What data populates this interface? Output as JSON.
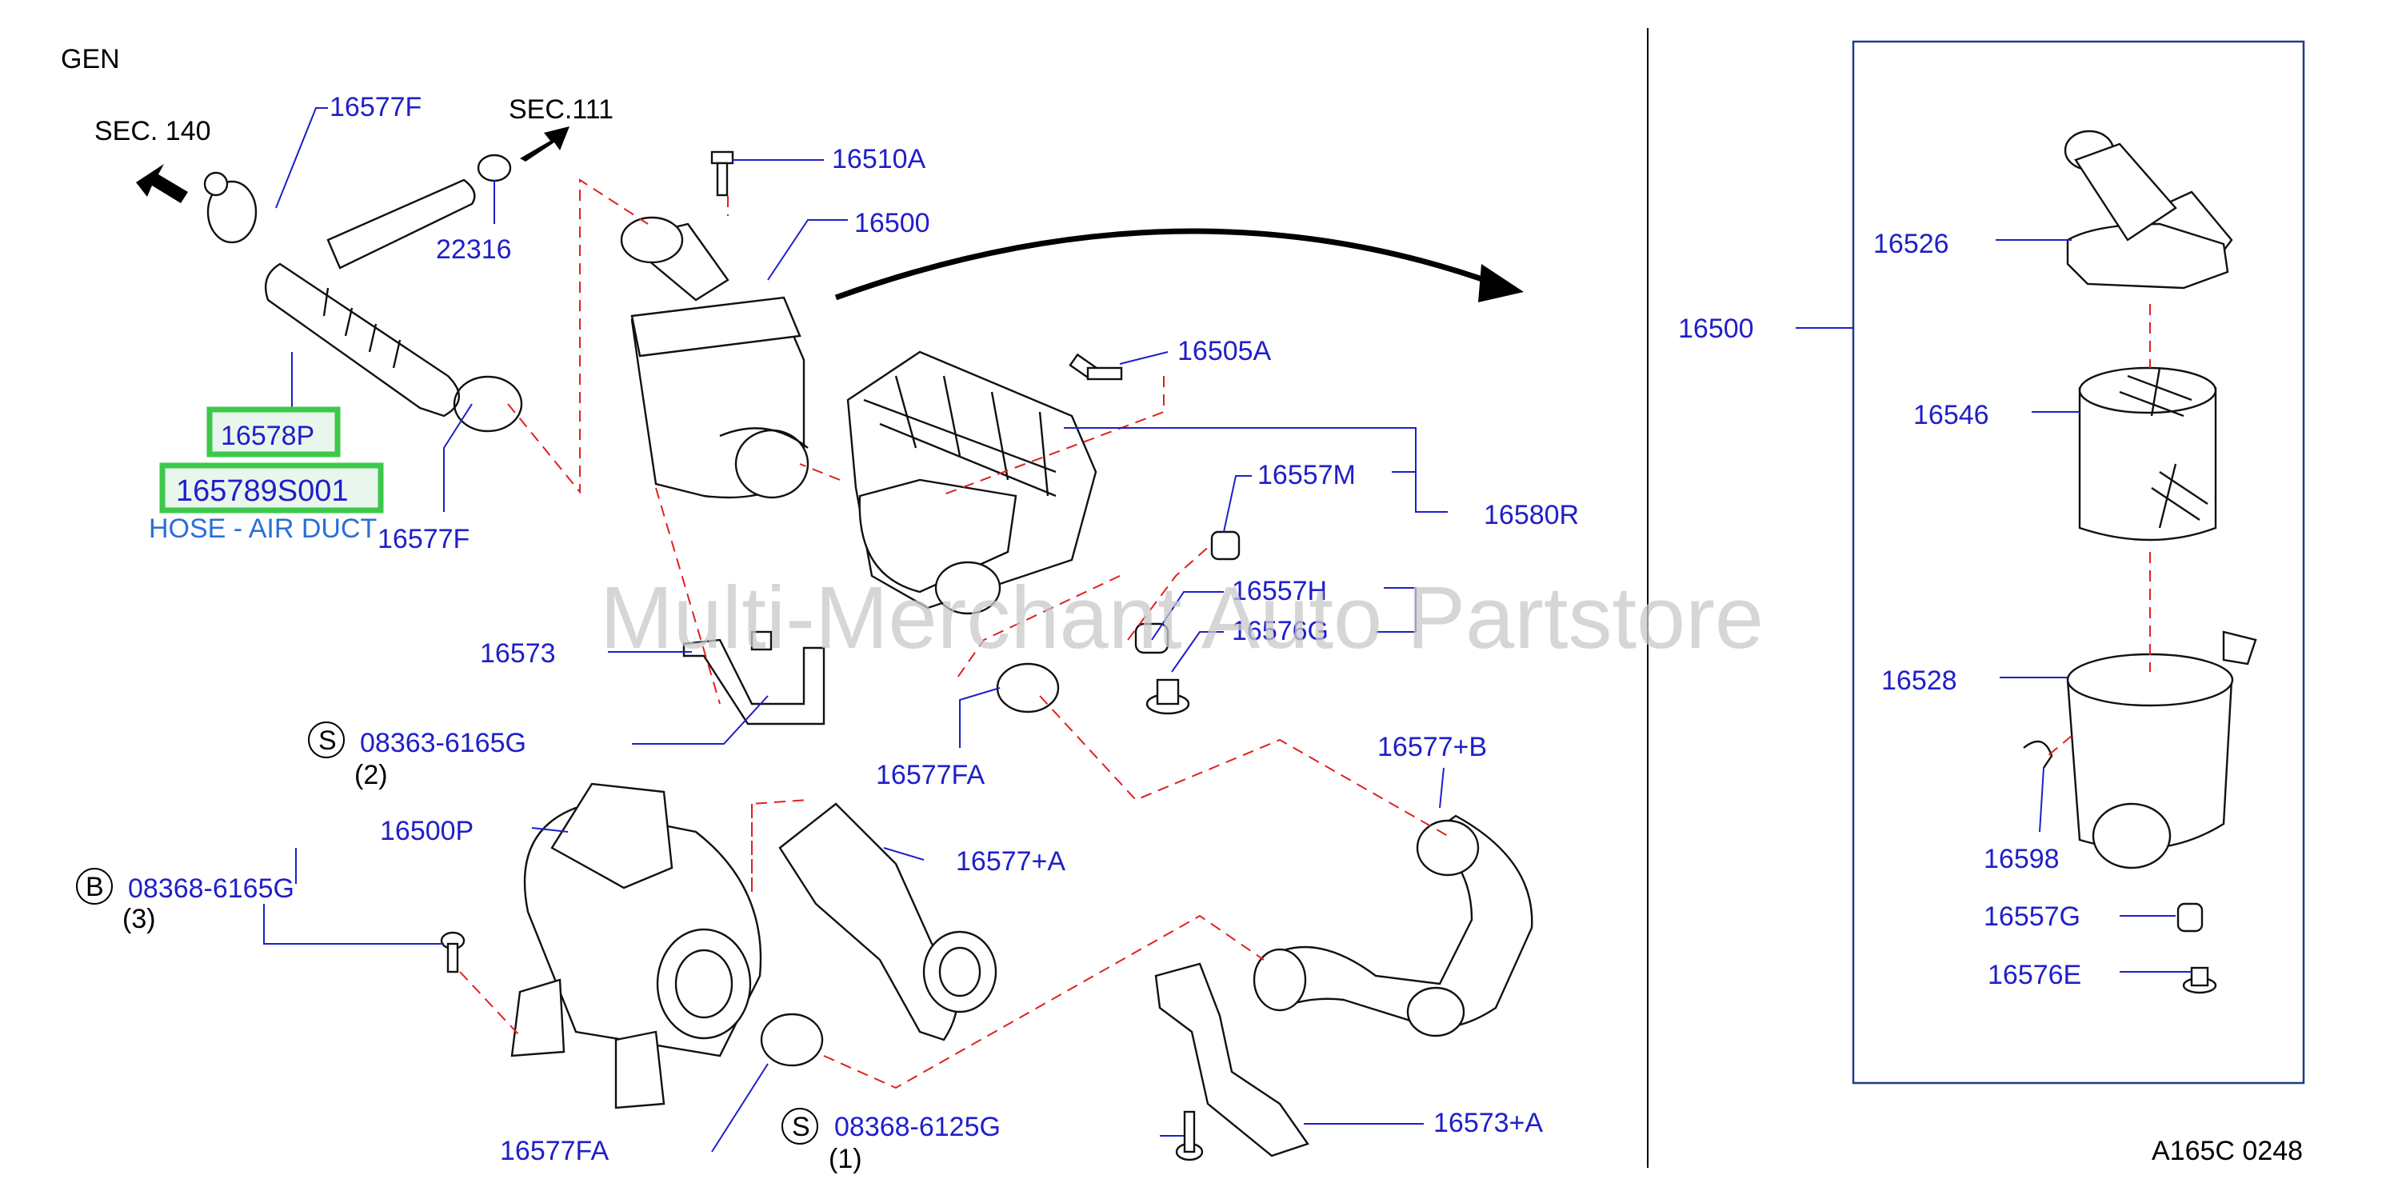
{
  "header": {
    "model": "GEN",
    "code": "A165C  0248"
  },
  "sections": {
    "left": "SEC.  140",
    "right": "SEC.111"
  },
  "highlights": [
    {
      "text": "16578P"
    },
    {
      "text": "165789S001"
    }
  ],
  "description": "HOSE - AIR DUCT",
  "watermark": "Multi-Merchant Auto Partstore",
  "callouts": {
    "c16577F_top": "16577F",
    "c22316": "22316",
    "c16510A": "16510A",
    "c16500_left": "16500",
    "c16505A": "16505A",
    "c16577F_bottom": "16577F",
    "c16557M": "16557M",
    "c16580R": "16580R",
    "c16557H": "16557H",
    "c16576G": "16576G",
    "c16573": "16573",
    "c08363": "08363-6165G",
    "c08363_qty": "(2)",
    "c16577FA_mid": "16577FA",
    "c16577B": "16577+B",
    "c16500P": "16500P",
    "c16577A": "16577+A",
    "c08368_B": "08368-6165G",
    "c08368_B_qty": "(3)",
    "c08368_S": "08368-6125G",
    "c08368_S_qty": "(1)",
    "c16577FA_bottom": "16577FA",
    "c16573A": "16573+A",
    "c16500_right": "16500",
    "c16526": "16526",
    "c16546": "16546",
    "c16528": "16528",
    "c16598": "16598",
    "c16557G": "16557G",
    "c16576E": "16576E"
  },
  "symbols": {
    "s1": "S",
    "s2": "S",
    "b1": "B"
  }
}
